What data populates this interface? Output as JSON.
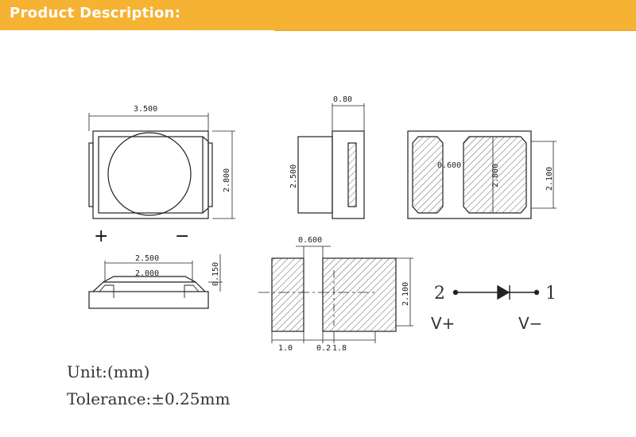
{
  "header": {
    "title": "Product Description:"
  },
  "top_view": {
    "width": "3.500",
    "height": "2.800",
    "plus": "+",
    "minus": "−"
  },
  "side_view": {
    "thickness": "0.80",
    "height": "2.500"
  },
  "bottom_view": {
    "gap": "0.600",
    "pad_height": "2.800",
    "height": "2.100"
  },
  "front_view": {
    "width": "2.500",
    "inner": "2.000",
    "standoff": "0.150"
  },
  "footprint": {
    "gap": "0.600",
    "height": "2.100",
    "left": "1.0",
    "mid": "0.2",
    "right": "1.8"
  },
  "schematic": {
    "pin2": "2",
    "pin1": "1",
    "vplus": "V+",
    "vminus": "V−"
  },
  "notes": {
    "unit": "Unit:(mm)",
    "tolerance": "Tolerance:±0.25mm"
  }
}
